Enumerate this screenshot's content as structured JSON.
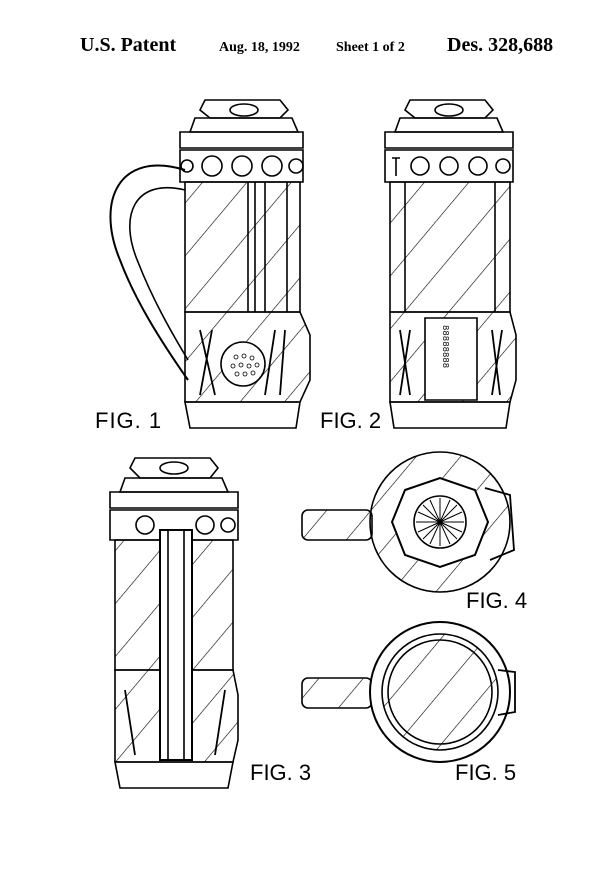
{
  "header": {
    "left": "U.S. Patent",
    "date": "Aug. 18, 1992",
    "sheet": "Sheet 1 of 2",
    "patent_number": "Des. 328,688"
  },
  "figures": {
    "fig1": "FIG. 1",
    "fig2": "FIG. 2",
    "fig3": "FIG. 3",
    "fig4": "FIG. 4",
    "fig5": "FIG. 5"
  },
  "fig2_scorecard_digits": "88888888"
}
